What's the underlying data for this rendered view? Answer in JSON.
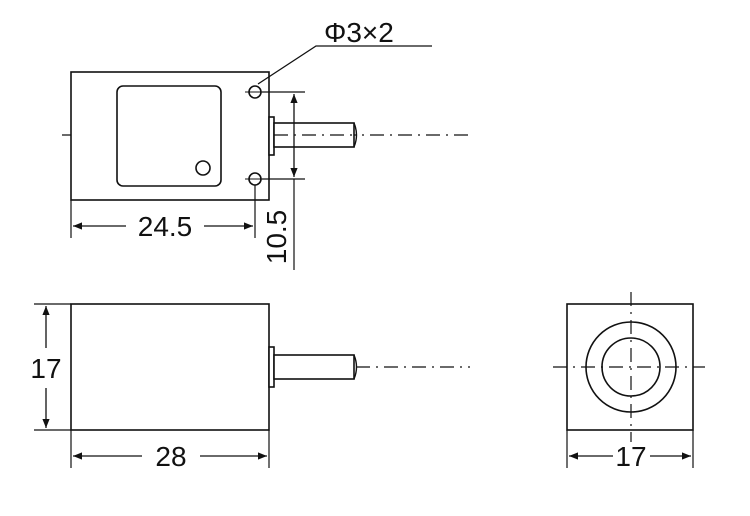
{
  "annotations": {
    "hole_spec": "Φ3×2",
    "top_width": "24.5",
    "hole_pitch": "10.5",
    "side_height": "17",
    "side_length": "28",
    "front_width": "17"
  },
  "colors": {
    "line": "#111111",
    "background": "#ffffff"
  }
}
